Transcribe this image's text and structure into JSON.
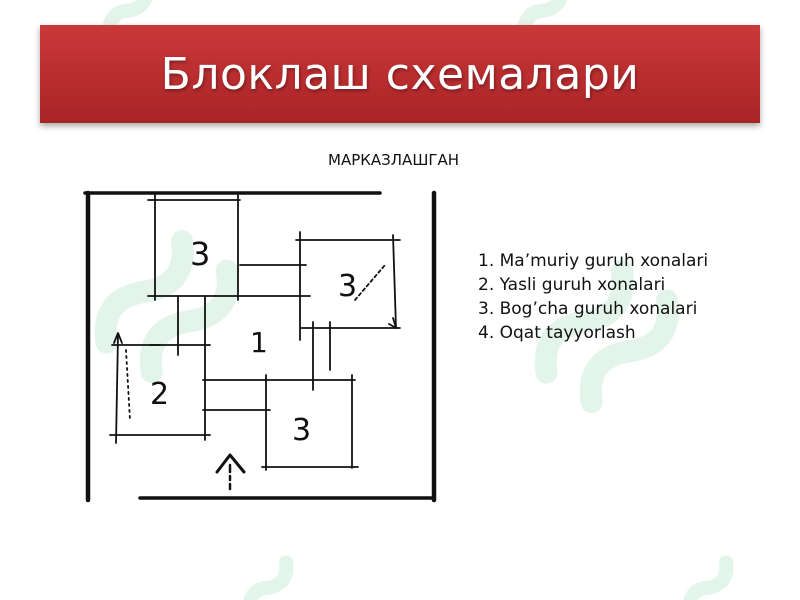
{
  "title": "Блоклаш схемалари",
  "diagram": {
    "label": "МАРКАЗЛАШГАН",
    "zone_numbers": {
      "admin": "1",
      "nursery": "2",
      "kindergarten_top": "3",
      "kindergarten_right": "3",
      "kindergarten_bottom": "3"
    }
  },
  "legend": [
    "1. Ma’muriy guruh xonalari",
    "2. Yasli guruh xonalari",
    "3. Bog’cha guruh xonalari",
    "4. Oqat tayyorlash"
  ],
  "colors": {
    "banner": "#b92d2f",
    "ink": "#111111",
    "watermark": "#5fbf8a"
  },
  "icons": {
    "entrance": "arrow-up-dotted-icon",
    "watermark": "soff-logo-watermark"
  }
}
